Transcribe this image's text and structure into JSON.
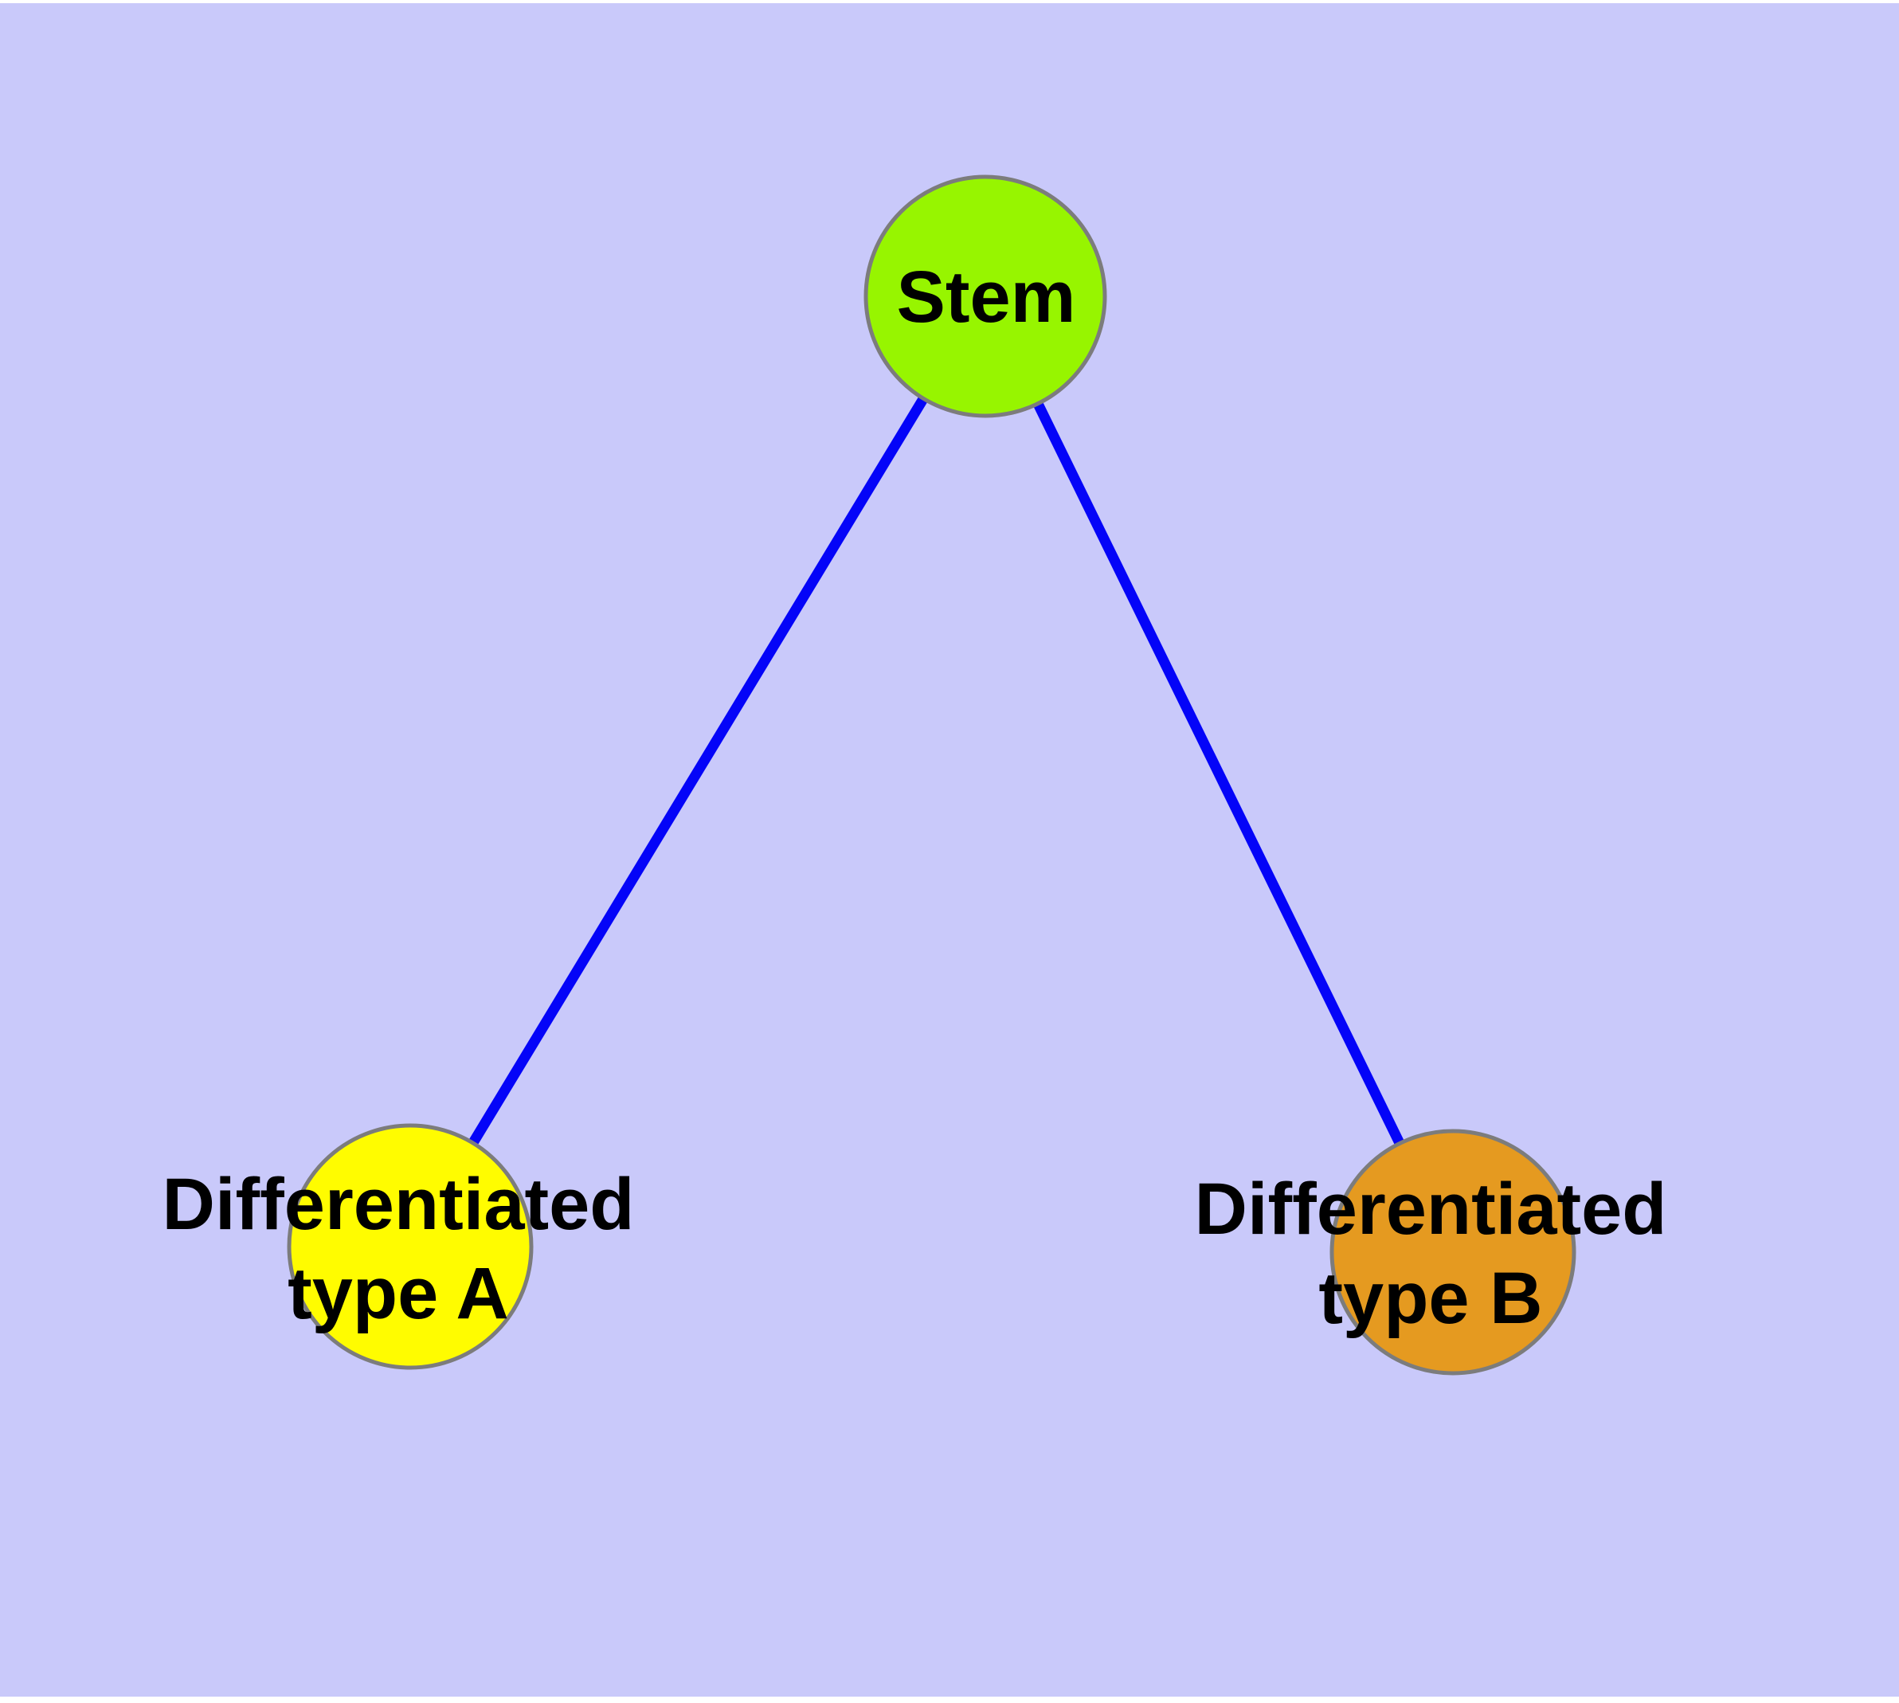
{
  "diagram": {
    "background_color": "#C9C9FA",
    "frame_color": "#FFFFFF",
    "edge_color": "#0404F8",
    "node_border_color": "#7C7C7C",
    "label_color": "#000000",
    "nodes": [
      {
        "id": "stem",
        "label": "Stem",
        "fill": "#97F500"
      },
      {
        "id": "differentiated-type-a",
        "label": "Differentiated\ntype A",
        "fill": "#FFFC00"
      },
      {
        "id": "differentiated-type-b",
        "label": "Differentiated\ntype B",
        "fill": "#E59A20"
      }
    ],
    "edges": [
      {
        "source": "stem",
        "target": "differentiated-type-a"
      },
      {
        "source": "stem",
        "target": "differentiated-type-b"
      }
    ]
  }
}
